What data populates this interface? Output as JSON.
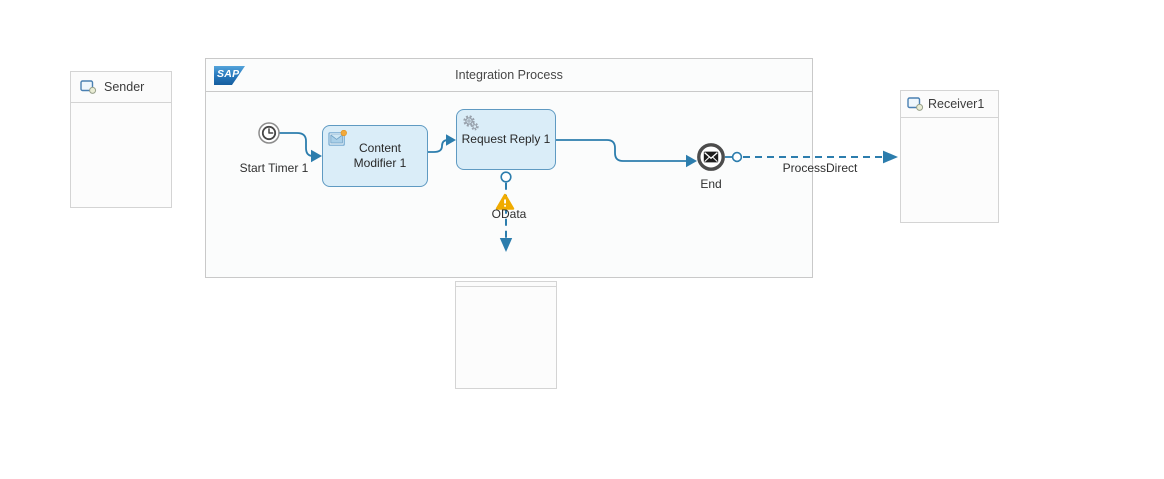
{
  "integration_process": {
    "title": "Integration Process",
    "logo_text": "SAP"
  },
  "participants": {
    "sender": {
      "label": "Sender",
      "icon": "participant-system-icon"
    },
    "receiver1": {
      "label": "Receiver1",
      "icon": "participant-system-icon"
    },
    "bottom_receiver": {
      "label": ""
    }
  },
  "nodes": {
    "start_event": {
      "label": "Start Timer 1",
      "icon": "timer-clock-icon",
      "type": "start-event"
    },
    "content_modifier": {
      "label": "Content Modifier 1",
      "icon": "message-content-icon",
      "type": "flow-step"
    },
    "request_reply": {
      "label": "Request Reply 1",
      "icon": "gears-icon",
      "type": "flow-step"
    },
    "end_event": {
      "label": "End",
      "icon": "message-envelope-icon",
      "type": "end-event"
    }
  },
  "connections": {
    "odata": {
      "label": "OData",
      "style": "dashed",
      "status": "warning"
    },
    "process_direct": {
      "label": "ProcessDirect",
      "style": "dashed"
    }
  },
  "colors": {
    "flow_line": "#2c7dad",
    "step_fill": "#daedf8",
    "step_border": "#5f9ac2",
    "warning_orange": "#f0ab00",
    "container_border": "#c9c9c9",
    "event_ring": "#4c4c4c",
    "sap_logo_blue": "#1a66a8"
  }
}
